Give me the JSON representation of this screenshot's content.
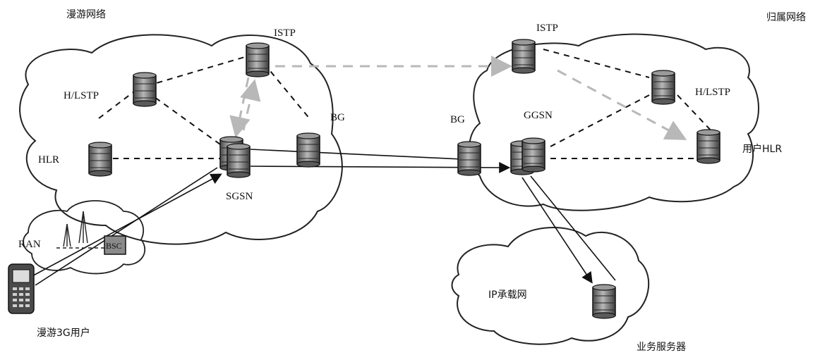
{
  "labels": {
    "roaming_network": "漫游网络",
    "home_network": "归属网络",
    "istp_left": "ISTP",
    "istp_right": "ISTP",
    "hlstp_left": "H/LSTP",
    "hlstp_right": "H/LSTP",
    "hlr_left": "HLR",
    "user_hlr": "用户HLR",
    "bg_left": "BG",
    "bg_right": "BG",
    "ggsn": "GGSN",
    "sgsn": "SGSN",
    "ran": "RAN",
    "bsc": "BSC",
    "roaming_user": "漫游3G用户",
    "ip_bearer": "IP承载网",
    "service_server": "业务服务器"
  },
  "colors": {
    "cloud_stroke": "#222222",
    "server_body": "#8a8a8a",
    "signal_arrow": "#b8b8b8",
    "line": "#111111"
  }
}
